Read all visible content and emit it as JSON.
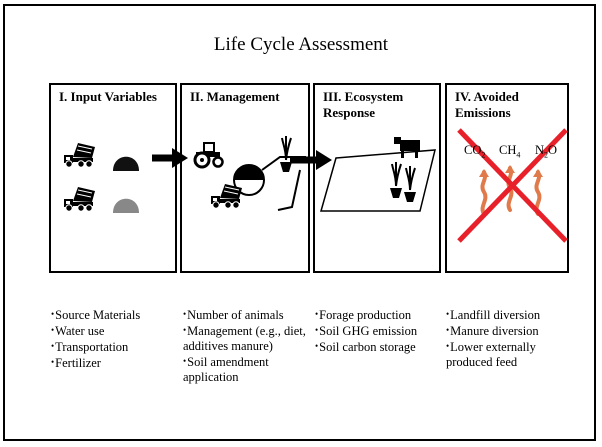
{
  "title": "Life Cycle Assessment",
  "panels": [
    {
      "title": "I. Input Variables"
    },
    {
      "title": "II. Management"
    },
    {
      "title": "III. Ecosystem Response"
    },
    {
      "title": "IV. Avoided Emissions"
    }
  ],
  "emissions": {
    "co2": {
      "base": "CO",
      "sub": "2"
    },
    "ch4": {
      "base": "CH",
      "sub": "4"
    },
    "n2o": {
      "base": "N",
      "sub": "2",
      "tail": "O"
    }
  },
  "bullets": [
    [
      "Source Materials",
      "Water use",
      "Transportation",
      "Fertilizer"
    ],
    [
      "Number of animals",
      "Management (e.g., diet, additives manure)",
      "Soil amendment application"
    ],
    [
      "Forage production",
      "Soil GHG emission",
      "Soil carbon storage"
    ],
    [
      "Landfill diversion",
      "Manure diversion",
      "Lower externally produced feed"
    ]
  ],
  "colors": {
    "border": "#000000",
    "cross": "#e8202a",
    "flame": "#e07a4a",
    "dome_dark": "#111111",
    "dome_gray": "#888888"
  }
}
